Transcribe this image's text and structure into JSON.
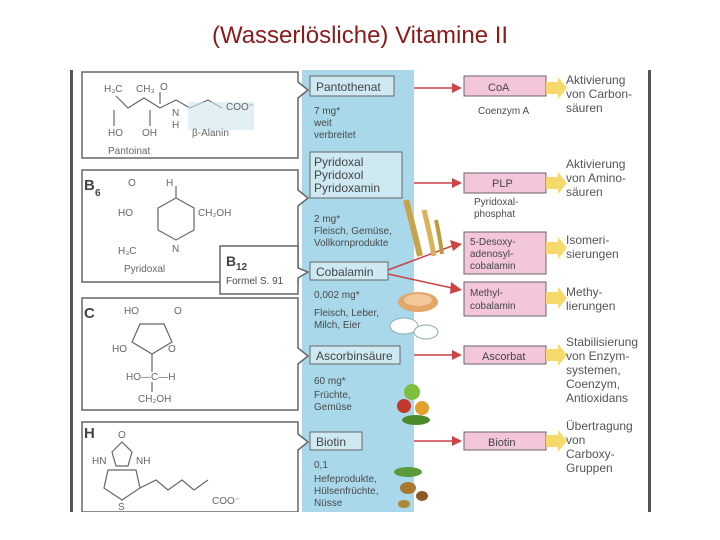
{
  "title": "(Wasserlösliche) Vitamine II",
  "panel_letters": {
    "b6": "B",
    "b6_sub": "6",
    "b12": "B",
    "b12_sub": "12",
    "c": "C",
    "h": "H"
  },
  "pantothenate": {
    "struct": {
      "h3c": "H₃C",
      "ch3": "CH₃",
      "o": "O",
      "ho1": "HO",
      "oh": "OH",
      "n": "N",
      "nh": "H",
      "coo": "COO⁻",
      "alanin": "β-Alanin",
      "pantoinat": "Pantoinat"
    },
    "name": "Pantothenat",
    "dose": "7 mg*",
    "source": [
      "weit",
      "verbreitet"
    ],
    "coenzyme": "CoA",
    "coenzyme_note": "Coenzym A",
    "function": [
      "Aktivierung",
      "von Carbon-",
      "säuren"
    ]
  },
  "b6": {
    "struct": {
      "o": "O",
      "h": "H",
      "ho": "HO",
      "ch2oh": "CH₂OH",
      "h3c": "H₃C",
      "n": "N",
      "pyridoxal": "Pyridoxal"
    },
    "names": [
      "Pyridoxal",
      "Pyridoxol",
      "Pyridoxamin"
    ],
    "dose": "2 mg*",
    "source": [
      "Fleisch, Gemüse,",
      "Vollkornprodukte"
    ],
    "coenzyme": "PLP",
    "coenzyme_note": [
      "Pyridoxal-",
      "phosphat"
    ],
    "function": [
      "Aktivierung",
      "von Amino-",
      "säuren"
    ]
  },
  "b12": {
    "formula_ref": "Formel S. 91",
    "name": "Cobalamin",
    "dose": "0,002 mg*",
    "source": [
      "Fleisch, Leber,",
      "Milch, Eier"
    ],
    "coenzymes": [
      {
        "lines": [
          "5-Desoxy-",
          "adenosyl-",
          "cobalamin"
        ],
        "function": [
          "Isomeri-",
          "sierungen"
        ]
      },
      {
        "lines": [
          "Methyl-",
          "cobalamin"
        ],
        "function": [
          "Methy-",
          "lierungen"
        ]
      }
    ]
  },
  "c": {
    "struct": {
      "o1": "HO",
      "o2": "O",
      "o3": "O",
      "ho": "HO",
      "hoc": "HO—C—H",
      "ch2oh": "CH₂OH"
    },
    "name": "Ascorbinsäure",
    "dose": "60 mg*",
    "source": [
      "Früchte,",
      "Gemüse"
    ],
    "coenzyme": "Ascorbat",
    "function": [
      "Stabilisierung",
      "von Enzym-",
      "systemen,",
      "Coenzym,",
      "Antioxidans"
    ]
  },
  "h": {
    "struct": {
      "o": "O",
      "hn": "HN",
      "nh": "NH",
      "s": "S",
      "coo": "COO⁻"
    },
    "name": "Biotin",
    "dose": "0,1",
    "source": [
      "Hefeprodukte,",
      "Hülsenfrüchte,",
      "Nüsse"
    ],
    "coenzyme": "Biotin",
    "function": [
      "Übertragung",
      "von",
      "Carboxy-",
      "Gruppen"
    ]
  },
  "colors": {
    "title": "#8b1a1a",
    "band": "#a8d8ea",
    "vitamin_box": "#cfe9f3",
    "coenzyme_box": "#f4c6dc",
    "function_arrow": "#f6d96b",
    "text": "#555555"
  }
}
